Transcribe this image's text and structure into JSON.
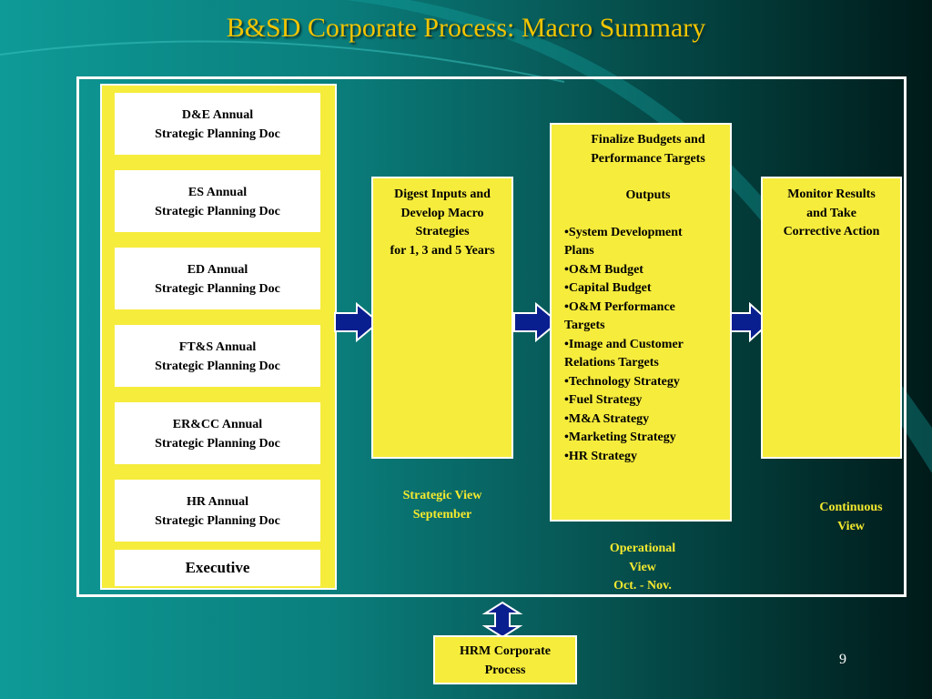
{
  "title": "B&SD Corporate Process: Macro Summary",
  "docs": [
    {
      "line1": "D&E Annual",
      "line2": "Strategic Planning Doc"
    },
    {
      "line1": "ES Annual",
      "line2": "Strategic Planning Doc"
    },
    {
      "line1": "ED Annual",
      "line2": "Strategic Planning Doc"
    },
    {
      "line1": "FT&S Annual",
      "line2": "Strategic Planning Doc"
    },
    {
      "line1": "ER&CC Annual",
      "line2": "Strategic Planning Doc"
    },
    {
      "line1": "HR Annual",
      "line2": "Strategic Planning Doc"
    }
  ],
  "executive": "Executive",
  "digest": {
    "lines": [
      "Digest Inputs and",
      "Develop Macro",
      "Strategies",
      "for 1, 3 and 5 Years"
    ]
  },
  "finalize": {
    "heading": [
      "Finalize Budgets and",
      "Performance Targets"
    ],
    "outputs_label": "Outputs",
    "items": [
      "•System Development",
      "Plans",
      "•O&M Budget",
      "•Capital Budget",
      "•O&M Performance",
      "Targets",
      "•Image and Customer",
      "Relations Targets",
      "•Technology Strategy",
      "•Fuel Strategy",
      "•M&A Strategy",
      "•Marketing Strategy",
      "•HR Strategy"
    ]
  },
  "monitor": {
    "lines": [
      "Monitor Results",
      "and Take",
      "Corrective Action"
    ]
  },
  "captions": {
    "strategic": [
      "Strategic View",
      "September"
    ],
    "operational": [
      "Operational",
      "View",
      "Oct. - Nov."
    ],
    "continuous": [
      "Continuous",
      "View"
    ]
  },
  "hrm": [
    "HRM Corporate",
    "Process"
  ],
  "page_number": "9",
  "colors": {
    "yellow": "#f6ec3c",
    "arrow_fill": "#0a1f8f",
    "title": "#f2c400"
  }
}
